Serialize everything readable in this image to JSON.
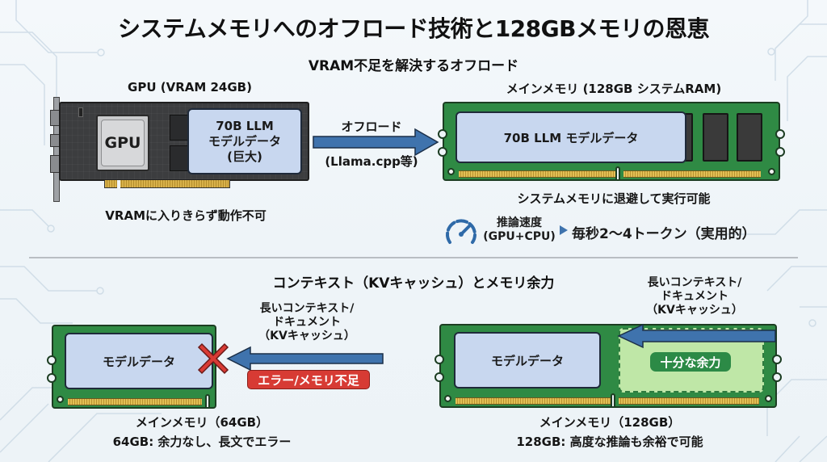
{
  "title": "システムメモリへのオフロード技術と128GBメモリの恩恵",
  "section1": {
    "heading": "VRAM不足を解決するオフロード",
    "gpu": {
      "label": "GPU (VRAM 24GB)",
      "chip_label": "GPU",
      "model_lines": [
        "70B LLM",
        "モデルデータ",
        "(巨大)"
      ],
      "caption": "VRAMに入りきらず動作不可"
    },
    "arrow": {
      "top_label": "オフロード",
      "bottom_label": "(Llama.cpp等)",
      "color": "#3f73ad"
    },
    "ram": {
      "label": "メインメモリ (128GB システムRAM)",
      "model_label": "70B LLM モデルデータ",
      "caption": "システムメモリに退避して実行可能"
    },
    "speed": {
      "icon": "speedometer-icon",
      "label_line1": "推論速度",
      "label_line2": "(GPU+CPU)",
      "value": "毎秒2〜4トークン（実用的）",
      "marker_color": "#3f73ad"
    }
  },
  "section2": {
    "heading": "コンテキスト（KVキャッシュ）とメモリ余力",
    "left": {
      "model_label": "モデルデータ",
      "incoming_lines": [
        "長いコンテキスト/",
        "ドキュメント",
        "（KVキャッシュ）"
      ],
      "error_badge": "エラー/メモリ不足",
      "ram_label": "メインメモリ（64GB）",
      "caption": "64GB: 余力なし、長文でエラー",
      "error_color": "#d73b34"
    },
    "right": {
      "model_label": "モデルデータ",
      "incoming_lines": [
        "長いコンテキスト/",
        "ドキュメント",
        "（KVキャッシュ）"
      ],
      "free_badge": "十分な余力",
      "ram_label": "メインメモリ（128GB）",
      "caption": "128GB: 高度な推論も余裕で可能",
      "ok_color": "#2c8a46"
    }
  },
  "colors": {
    "ram_green": "#2f8a44",
    "model_blue": "#c8d7ef",
    "arrow_blue": "#3f73ad",
    "gold": "#e2bf55",
    "gpu_board": "#3c3d3f"
  }
}
